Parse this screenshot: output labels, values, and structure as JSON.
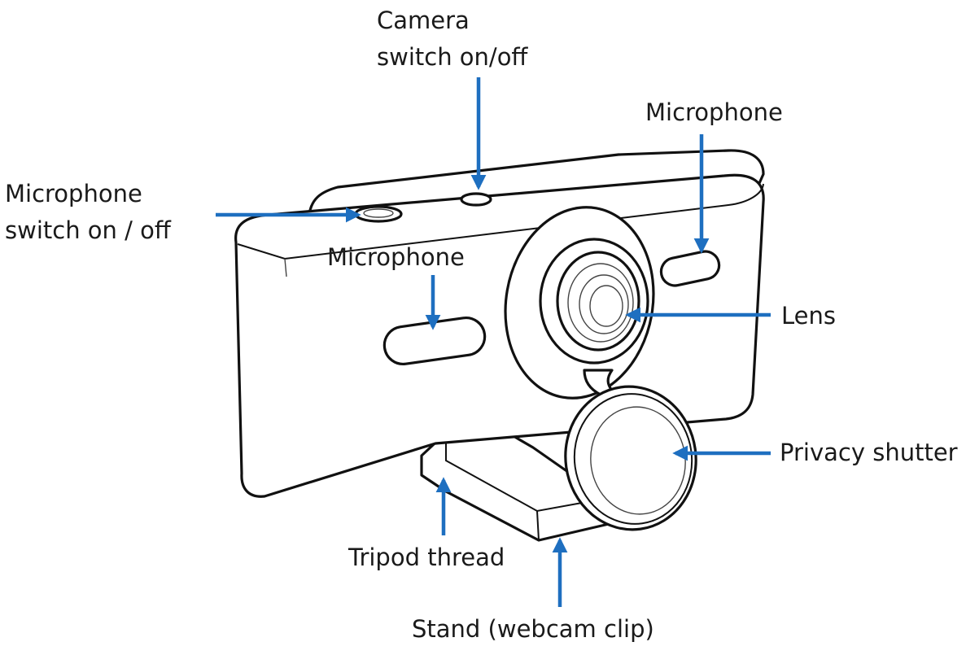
{
  "diagram": {
    "subject": "webcam",
    "accent_color": "#1e6fc0",
    "labels": {
      "camera_switch": [
        "Camera",
        "switch on/off"
      ],
      "mic_switch": [
        "Microphone",
        "switch on / off"
      ],
      "mic_top_right": [
        "Microphone"
      ],
      "mic_front_left": [
        "Microphone"
      ],
      "lens": [
        "Lens"
      ],
      "privacy_shutter": [
        "Privacy shutter"
      ],
      "tripod_thread": [
        "Tripod thread"
      ],
      "stand": [
        "Stand (webcam clip)"
      ]
    }
  }
}
